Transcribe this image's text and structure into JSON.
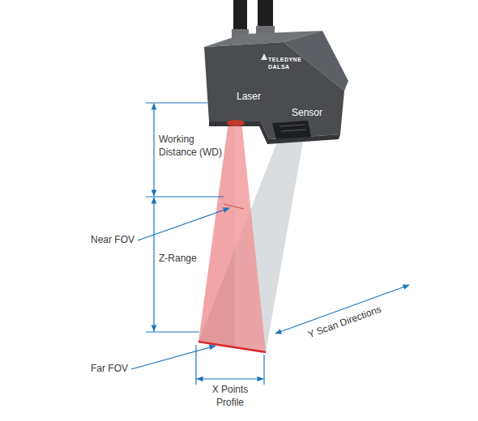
{
  "diagram": {
    "labels": [
      "TELEDYNE",
      "DALSA",
      "Laser",
      "Sensor",
      "Working Distance (WD)",
      "Near FOV",
      "Z-Range",
      "Far FOV",
      "X Points Profile",
      "Y Scan Directions"
    ]
  }
}
